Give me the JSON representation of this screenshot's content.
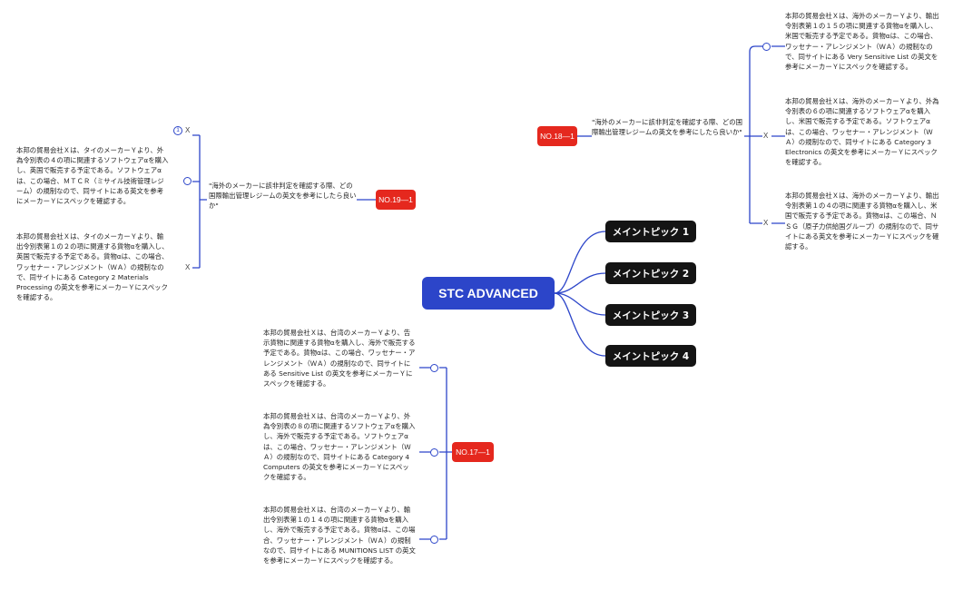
{
  "central": {
    "label": "STC ADVANCED"
  },
  "main_topics": [
    "メイントピック 1",
    "メイントピック 2",
    "メイントピック 3",
    "メイントピック 4"
  ],
  "branches": {
    "no18": {
      "tag": "NO.18―1",
      "question": "\"海外のメーカーに該非判定を確認する際、どの国際輸出管理レジームの英文を参考にしたら良いか\"",
      "children": [
        {
          "mark": "○",
          "text": "本邦の貿易会社Ｘは、海外のメーカーＹより、輸出令別表第１の１５の項に関連する貨物αを購入し、米国で販売する予定である。貨物αは、この場合、ワッセナー・アレンジメント（ＷＡ）の規制なので、同サイトにある Very Sensitive List の英文を参考にメーカーＹにスペックを確認する。"
        },
        {
          "mark": "X",
          "text": "本邦の貿易会社Ｘは、海外のメーカーＹより、外為令別表の６の項に関連するソフトウェアαを購入し、米国で販売する予定である。ソフトウェアαは、この場合、ワッセナー・アレンジメント（ＷＡ）の規制なので、同サイトにある Category 3 Electronics の英文を参考にメーカーＹにスペックを確認する。"
        },
        {
          "mark": "X",
          "text": "本邦の貿易会社Ｘは、海外のメーカーＹより、輸出令別表第１の４の項に関連する貨物αを購入し、米国で販売する予定である。貨物αは、この場合、ＮＳＧ（原子力供給国グループ）の規制なので、同サイトにある英文を参考にメーカーＹにスペックを確認する。"
        }
      ]
    },
    "no19": {
      "tag": "NO.19―1",
      "question": "\"海外のメーカーに該非判定を確認する際、どの国際輸出管理レジームの英文を参考にしたら良いか\"",
      "badge": "1",
      "children": [
        {
          "mark": "X",
          "text": ""
        },
        {
          "mark": "○",
          "text": "本邦の貿易会社Ｘは、タイのメーカーＹより、外為令別表の４の項に関連するソフトウェアαを購入し、英国で販売する予定である。ソフトウェアαは、この場合、ＭＴＣＲ（ミサイル技術管理レジーム）の規制なので、同サイトにある英文を参考にメーカーＹにスペックを確認する。"
        },
        {
          "mark": "X",
          "text": "本邦の貿易会社Ｘは、タイのメーカーＹより、輸出令別表第１の２の項に関連する貨物αを購入し、英国で販売する予定である。貨物αは、この場合、ワッセナー・アレンジメント（ＷＡ）の規制なので、同サイトにある Category 2 Materials Processing の英文を参考にメーカーＹにスペックを確認する。"
        }
      ]
    },
    "no17": {
      "tag": "NO.17―1",
      "children": [
        {
          "mark": "○",
          "text": "本邦の貿易会社Ｘは、台湾のメーカーＹより、告示貨物に関連する貨物αを購入し、海外で販売する予定である。貨物αは、この場合、ワッセナー・アレンジメント（ＷＡ）の規制なので、同サイトにある Sensitive List の英文を参考にメーカーＹにスペックを確認する。"
        },
        {
          "mark": "○",
          "text": "本邦の貿易会社Ｘは、台湾のメーカーＹより、外為令別表の８の項に関連するソフトウェアαを購入し、海外で販売する予定である。ソフトウェアαは、この場合、ワッセナー・アレンジメント（ＷＡ）の規制なので、同サイトにある Category 4 Computers の英文を参考にメーカーＹにスペックを確認する。"
        },
        {
          "mark": "○",
          "text": "本邦の貿易会社Ｘは、台湾のメーカーＹより、輸出令別表第１の１４の項に関連する貨物αを購入し、海外で販売する予定である。貨物αは、この場合、ワッセナー・アレンジメント（ＷＡ）の規制なので、同サイトにある MUNITIONS LIST の英文を参考にメーカーＹにスペックを確認する。"
        }
      ]
    }
  },
  "colors": {
    "connector": "#2c45c9",
    "central": "#2c45c9",
    "tag": "#e5281e",
    "topic": "#141414"
  }
}
